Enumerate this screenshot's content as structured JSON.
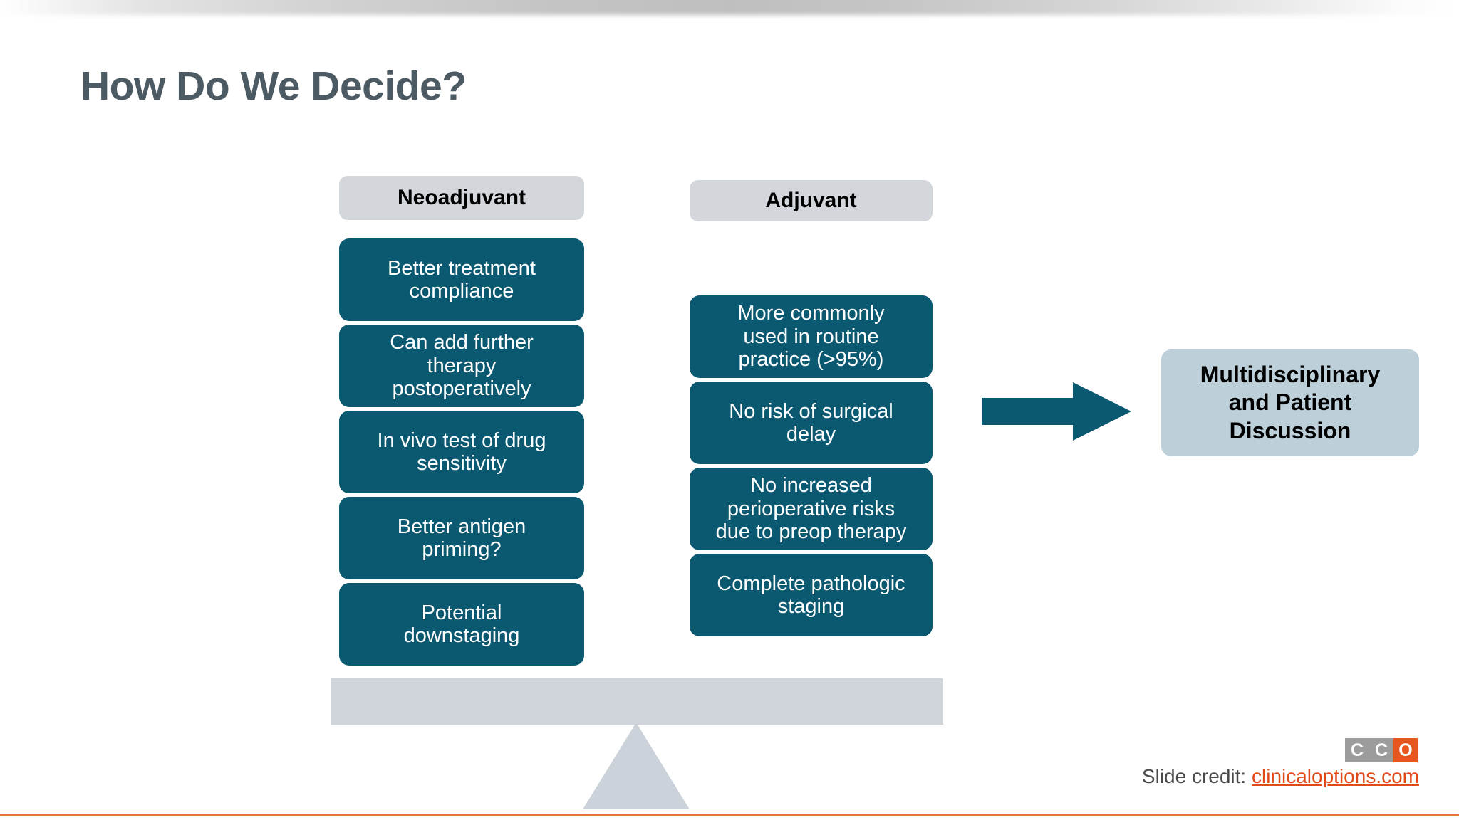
{
  "slide": {
    "title": "How Do We Decide?",
    "title_color": "#4B5A63",
    "accent_teal": "#0B5871",
    "accent_orange": "#E8703A",
    "chip_gray": "#D3D6DB",
    "outcome_blue": "#BDD0D9"
  },
  "columns": {
    "left": {
      "header": "Neoadjuvant",
      "items": [
        "Better treatment\ncompliance",
        "Can add further\ntherapy\npostoperatively",
        "In vivo test of drug\nsensitivity",
        "Better antigen\npriming?",
        "Potential\ndownstaging"
      ]
    },
    "right": {
      "header": "Adjuvant",
      "items": [
        "More commonly\nused in routine\npractice (>95%)",
        "No risk of surgical\ndelay",
        "No  increased\nperioperative risks\ndue to preop therapy",
        "Complete pathologic\nstaging"
      ]
    }
  },
  "outcome": {
    "text": "Multidisciplinary\nand Patient\nDiscussion"
  },
  "footer": {
    "credit_label": "Slide credit:",
    "credit_link": "clinicaloptions.com",
    "logo": [
      "C",
      "C",
      "O"
    ]
  }
}
